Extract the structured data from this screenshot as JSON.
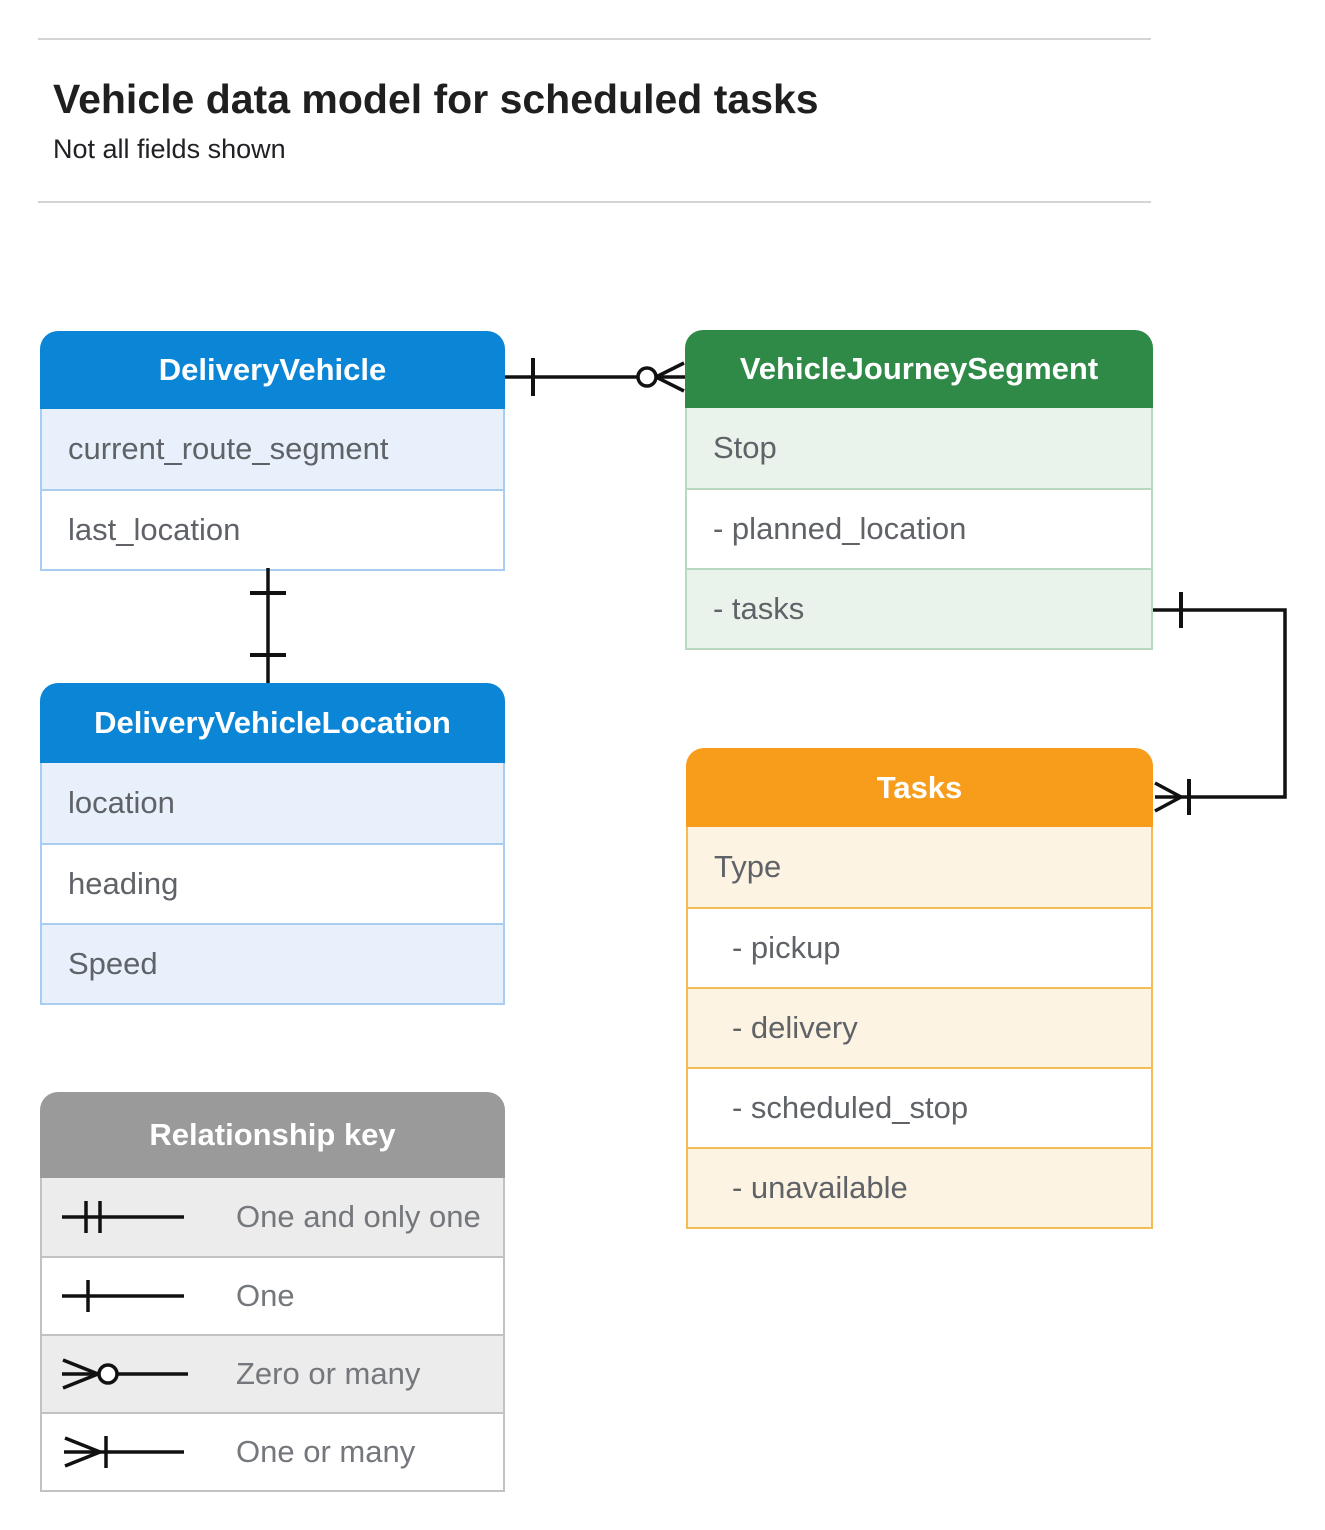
{
  "page": {
    "title": "Vehicle data model for scheduled tasks",
    "subtitle": "Not all fields shown"
  },
  "entities": [
    {
      "id": "delivery-vehicle",
      "title": "DeliveryVehicle",
      "theme": "blue",
      "rows": [
        {
          "label": "current_route_segment",
          "shaded": true
        },
        {
          "label": "last_location",
          "shaded": false
        }
      ]
    },
    {
      "id": "vehicle-journey-segment",
      "title": "VehicleJourneySegment",
      "theme": "green",
      "rows": [
        {
          "label": "Stop",
          "shaded": true
        },
        {
          "label": "- planned_location",
          "shaded": false
        },
        {
          "label": "- tasks",
          "shaded": true
        }
      ]
    },
    {
      "id": "delivery-vehicle-location",
      "title": "DeliveryVehicleLocation",
      "theme": "blue",
      "rows": [
        {
          "label": "location",
          "shaded": true
        },
        {
          "label": "heading",
          "shaded": false
        },
        {
          "label": "Speed",
          "shaded": true
        }
      ]
    },
    {
      "id": "tasks",
      "title": "Tasks",
      "theme": "orange",
      "rows": [
        {
          "label": "Type",
          "shaded": true
        },
        {
          "label": "- pickup",
          "shaded": false,
          "indent": true
        },
        {
          "label": "- delivery",
          "shaded": true,
          "indent": true
        },
        {
          "label": "- scheduled_stop",
          "shaded": false,
          "indent": true
        },
        {
          "label": "- unavailable",
          "shaded": true,
          "indent": true
        }
      ]
    }
  ],
  "legend": {
    "title": "Relationship key",
    "items": [
      {
        "symbol": "one-and-only-one",
        "label": "One and only one",
        "shaded": true
      },
      {
        "symbol": "one",
        "label": "One",
        "shaded": false
      },
      {
        "symbol": "zero-or-many",
        "label": "Zero or many",
        "shaded": true
      },
      {
        "symbol": "one-or-many",
        "label": "One or many",
        "shaded": false
      }
    ]
  },
  "relationships": [
    {
      "from": "DeliveryVehicle",
      "to": "VehicleJourneySegment",
      "from_end": "one",
      "to_end": "zero-or-many"
    },
    {
      "from": "DeliveryVehicle",
      "to": "DeliveryVehicleLocation",
      "from_end": "one",
      "to_end": "one"
    },
    {
      "from": "VehicleJourneySegment.tasks",
      "to": "Tasks",
      "from_end": "one",
      "to_end": "one-or-many"
    }
  ],
  "colors": {
    "blue_header": "#0b86d7",
    "blue_row": "#e8f1fb",
    "blue_border": "#a8cdf0",
    "green_header": "#2f8a47",
    "green_row": "#e9f3ec",
    "green_border": "#b9d8c0",
    "orange_header": "#f89c1c",
    "orange_row": "#fdf3e2",
    "orange_border": "#f3bc55",
    "gray_header": "#9a9a9a",
    "gray_row": "#ececec",
    "gray_border": "#c2c2c2",
    "connector": "#111111",
    "row_text": "#5f6368",
    "title_text": "#1f1f1f"
  }
}
